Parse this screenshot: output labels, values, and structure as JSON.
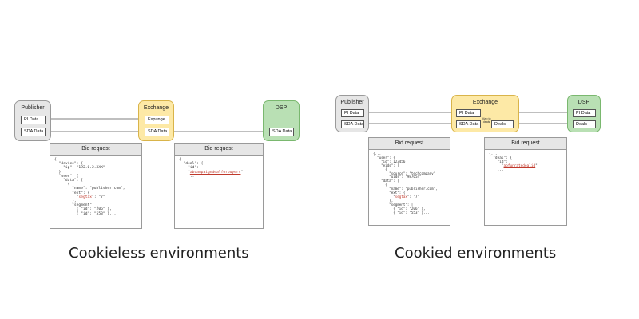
{
  "left": {
    "publisher": {
      "title": "Publisher",
      "pi": "PI Data",
      "sda": "SDA Data"
    },
    "exchange": {
      "title": "Exchange",
      "expunge": "Expunge",
      "sda": "SDA Data"
    },
    "dsp": {
      "title": "DSP",
      "sda": "SDA Data"
    },
    "bid1": {
      "title": "Bid request",
      "lines": [
        "{...",
        "  \"device\": {",
        "    \"ip\": \"192.0.2.XXX\"",
        "  },",
        "  \"user\": {",
        "    \"data\": [",
        "      {",
        "        \"name\": \"publisher.com\",",
        "        \"ext\": {"
      ],
      "hl": "segtax",
      "hl_pre": "          \"",
      "hl_post": "\": \"7\"",
      "lines2": [
        "        },",
        "        \"segment\": [",
        "          { \"id\": \"206\" },",
        "          { \"id\": \"553\" }..."
      ]
    },
    "bid2": {
      "title": "Bid request",
      "lines": [
        "{...",
        "  \"deal\": {",
        "    \"id\":"
      ],
      "hl": "abcampaigndealforbuyers",
      "hl_pre": "    \"",
      "hl_post": "\"",
      "lines2": [
        "    ..."
      ]
    },
    "caption": "Cookieless environments"
  },
  "right": {
    "publisher": {
      "title": "Publisher",
      "pi": "PI Data",
      "sda": "SDA Data"
    },
    "exchange": {
      "title": "Exchange",
      "pi": "PI Data",
      "sda": "SDA Data",
      "deals": "Deals",
      "map_label": "Map to deals"
    },
    "dsp": {
      "title": "DSP",
      "pi": "PI Data",
      "deals": "Deals"
    },
    "bid1": {
      "title": "Bid request",
      "lines": [
        "{...",
        "  \"user\": {",
        "    \"id\": 123456",
        "    \"eids\": [",
        "      {",
        "        \"source\": \"techcompany\"",
        "        \"uids\": \"987654\"",
        "    \"data\": [",
        "      {",
        "        \"name\": \"publisher.com\",",
        "        \"ext\": {"
      ],
      "hl": "segtax",
      "hl_pre": "          \"",
      "hl_post": "\": \"7\"",
      "lines2": [
        "        },",
        "        \"segment\": [",
        "          { \"id\": \"206\" },",
        "          { \"id\": \"553\" }..."
      ]
    },
    "bid2": {
      "title": "Bid request",
      "lines": [
        "{...",
        "  \"deal\": {",
        "    \"id\":"
      ],
      "hl": "abfunratedealid",
      "hl_pre": "      \"",
      "hl_post": "\"",
      "lines2": [
        "    ..."
      ]
    },
    "caption": "Cookied environments"
  }
}
